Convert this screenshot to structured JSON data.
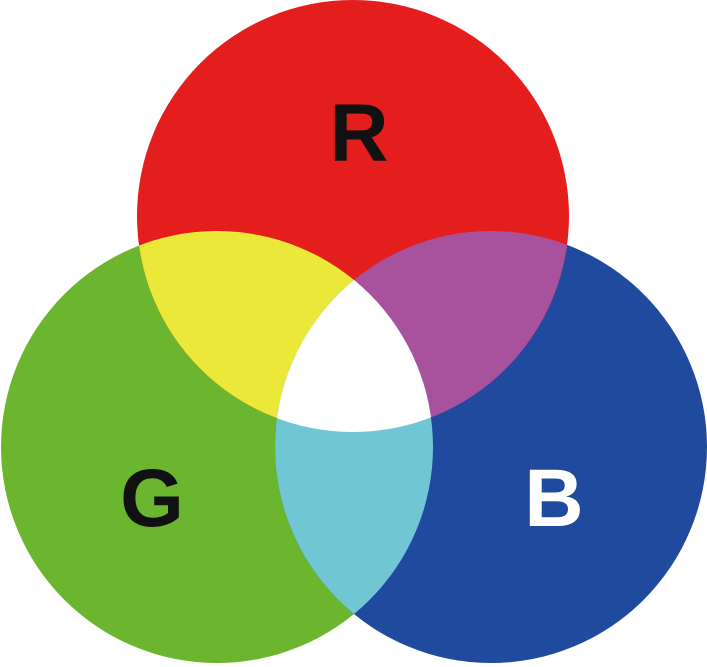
{
  "diagram": {
    "circles": [
      {
        "id": "r",
        "label": "R",
        "fill": "#E41D1D",
        "label_color": "#111111"
      },
      {
        "id": "g",
        "label": "G",
        "fill": "#6BB62E",
        "label_color": "#111111"
      },
      {
        "id": "b",
        "label": "B",
        "fill": "#1F4A9D",
        "label_color": "#FFFFFF"
      }
    ],
    "overlaps": {
      "rg": "#EBE83A",
      "rb": "#A8529E",
      "gb": "#71C6D3",
      "rgb": "#FFFFFF"
    },
    "background": "#FFFFFF"
  }
}
